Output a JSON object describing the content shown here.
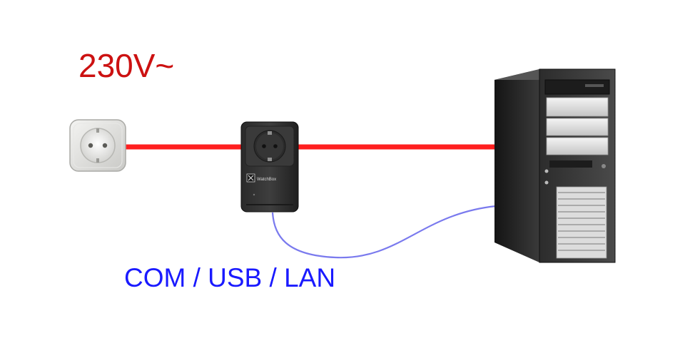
{
  "power": {
    "voltage_label": "230V~",
    "color": "#cc1111",
    "cable_color": "#ff1f1f"
  },
  "connection": {
    "interface_label": "COM / USB / LAN",
    "color": "#1a1aff",
    "cable_color": "#7a7aee"
  },
  "device": {
    "brand": "WatchBox"
  },
  "icons": {
    "wall_socket": "wall-socket-icon",
    "watchbox": "watchbox-device-icon",
    "computer": "pc-tower-icon"
  }
}
